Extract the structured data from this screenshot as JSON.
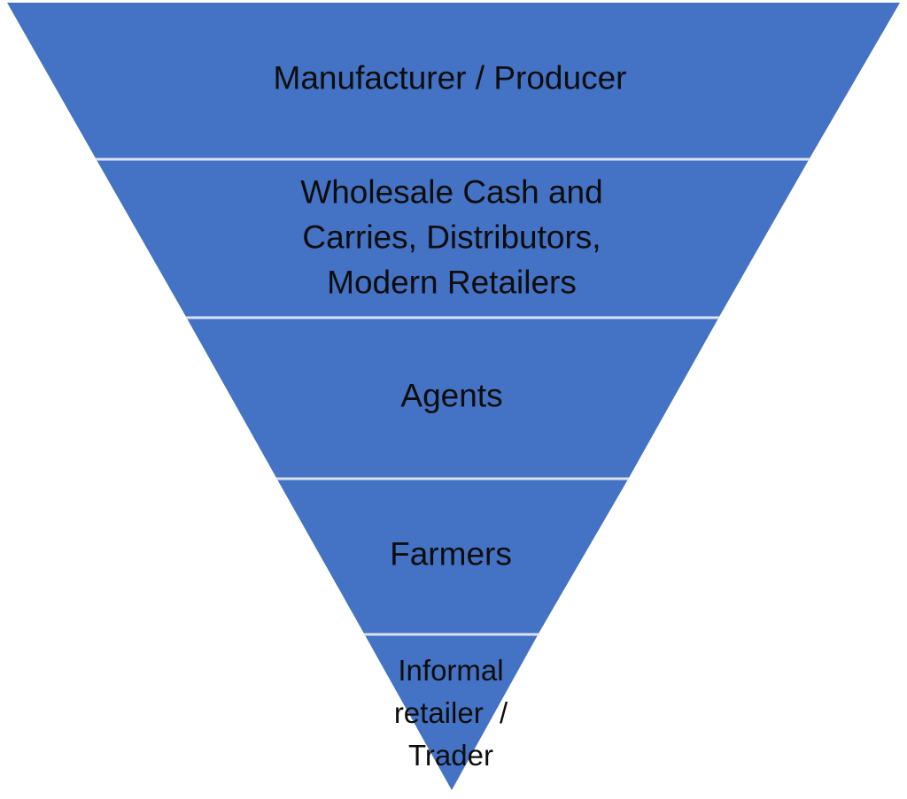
{
  "diagram": {
    "type": "inverted-funnel",
    "fill_color": "#4472c4",
    "divider_color": "#d9e2f3",
    "tiers": [
      {
        "lines": [
          "Manufacturer / Producer"
        ]
      },
      {
        "lines": [
          "Wholesale Cash and",
          "Carries, Distributors,",
          "Modern Retailers"
        ]
      },
      {
        "lines": [
          "Agents"
        ]
      },
      {
        "lines": [
          "Farmers"
        ]
      },
      {
        "lines": [
          "Informal",
          "retailer  /",
          "Trader"
        ]
      }
    ]
  }
}
